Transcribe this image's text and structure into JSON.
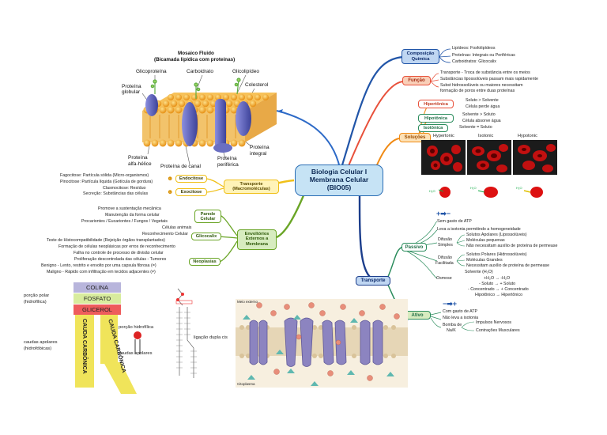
{
  "central": {
    "line1": "Biologia Celular I",
    "line2": "Membrana Celular",
    "line3": "(BIO05)"
  },
  "mosaic": {
    "title": "Mosaico Fluido",
    "subtitle": "(Bicamada lipídica com proteínas)"
  },
  "membrane_labels": {
    "glicoproteina": "Glicoproteína",
    "carboidrato": "Carboidrato",
    "glicolipidio": "Glicolipídeo",
    "proteina_globular_1": "Proteína",
    "proteina_globular_2": "globular",
    "colesterol": "Colesterol",
    "proteina_integral_1": "Proteína",
    "proteina_integral_2": "integral",
    "alfa_helice_1": "Proteína",
    "alfa_helice_2": "alfa-hélice",
    "proteina_canal": "Proteína de canal",
    "proteina_periferica_1": "Proteína",
    "proteina_periferica_2": "periférica"
  },
  "composicao": {
    "label_1": "Composição",
    "label_2": "Química",
    "items": [
      "Lipídeos: Fosfolipídeos",
      "Proteínas: Integrais ou Periféricas",
      "Carboidratos: Glicocalix"
    ]
  },
  "funcao": {
    "label": "Função",
    "items": [
      "Transporte - Troca de substância entre os meios",
      "Substâncias lipossolúveis passam mais rapidamente",
      "Subst hidrossolúveis ou maiores necessitam",
      "formação de poros entre duas proteínas"
    ]
  },
  "solucoes": {
    "label": "Soluções",
    "hipertonica": {
      "label": "Hipertônica",
      "items": [
        "Soluto > Solvente",
        "Célula perde água"
      ]
    },
    "hipotonica": {
      "label": "Hipotônica",
      "items": [
        "Solvente > Soluto",
        "Célula absorve água"
      ]
    },
    "isotonica": {
      "label": "Isotônica",
      "item": "Solvente = Soluto"
    },
    "image_labels": [
      "Hypertonic",
      "Isotonic",
      "Hypotonic"
    ]
  },
  "transporte_macro": {
    "label_1": "Transporte",
    "label_2": "(Macromoléculas)",
    "endocitose": {
      "label": "Endocitose",
      "items": [
        "Fagocitose: Partícula sólida (Micro-organismos)",
        "Pinocitose: Partícula líquida (Gotícula de gordura)"
      ]
    },
    "exocitose": {
      "label": "Exocitose",
      "items": [
        "Clasmocitose: Resíduo",
        "Secreção: Substâncias das células"
      ]
    }
  },
  "envoltorios": {
    "label_1": "Envoltórios",
    "label_2": "Externos a",
    "label_3": "Membrana",
    "parede": {
      "label_1": "Parede",
      "label_2": "Celular",
      "items": [
        "Promove a sustentação mecânica",
        "Manutenção da forma celular",
        "Procariontes / Eucariontes / Fungos / Vegetais"
      ]
    },
    "glicocalix": {
      "label": "Glicocalix",
      "items": [
        "Células animais",
        "Reconhecimento Celular",
        "Teste de Histocompatibilidade (Rejeição órgãos transplantados)",
        "Formação de células neoplásicas por erros de reconhecimento"
      ]
    },
    "neoplasias": {
      "label": "Neoplasias",
      "items": [
        "Falha no controle de processo de divisão celular",
        "Proliferação descontrolada das células - Tumores",
        "Benigno - Lento, restrito e envolto por uma capsula fibrosa (=)",
        "Maligno - Rápido com infiltração em tecidos adjacentes (≠)"
      ]
    }
  },
  "transporte": {
    "label": "Transporte",
    "passivo": {
      "label": "Passivo",
      "items": [
        "Sem gasto de ATP",
        "Leva a isotonia permitindo a homogeneidade"
      ],
      "difusao_simples": {
        "label_1": "Difusão",
        "label_2": "Simples",
        "items": [
          "Solutos Apolares (Lipossolúveis)",
          "Moléculas pequenas",
          "Não necessitam auxílio de proteína de permease"
        ]
      },
      "difusao_facilitada": {
        "label_1": "Difusão",
        "label_2": "Facilitada",
        "items": [
          "Solutos Polares (Hidrossolúveis)",
          "Moléculas Grandes",
          "Necessitam auxílio de proteína de permease"
        ]
      },
      "osmose": {
        "label": "Osmose",
        "items": [
          "Solvente (H₂O)",
          "+H₂O → -H₂O",
          "- Soluto → + Soluto",
          "- Concentrado → + Concentrado",
          "Hipotônico → Hipertônico"
        ]
      }
    },
    "ativo": {
      "label": "Ativo",
      "items": [
        "Com gasto de ATP",
        "Não leva a isotonia"
      ],
      "bomba": {
        "label_1": "Bomba de",
        "label_2": "Na/K",
        "items": [
          "Impulsos Nervosos",
          "Contrações Musculares"
        ]
      }
    }
  },
  "fosfolipidio": {
    "colina": "COLINA",
    "fosfato": "FOSFATO",
    "glicerol": "GLICEROL",
    "porcao_polar_1": "porção polar",
    "porcao_polar_2": "(hidrofílica)",
    "caudas_apolares_1": "caudas apolares",
    "caudas_apolares_2": "(hidrofóbicas)",
    "cauda_1": "CAUDA CARBÔNICA",
    "cauda_2": "CAUDA CARBÔNICA",
    "porcao_hidrofilica": "porção hidrofílica",
    "caudas_apolares_3": "caudas apolares",
    "ligacao_dupla": "ligação dupla cis"
  },
  "pump_image": {
    "meio_externo": "Meio externo",
    "citoplasma": "Citoplasma"
  },
  "colors": {
    "central_fill": "#c6e3f5",
    "central_border": "#2a6db5",
    "blue_branch": "#2155a8",
    "orange_branch": "#e86a14",
    "yellow_branch": "#f0c018",
    "green_branch": "#6aa526",
    "navy_branch": "#1c3e8c",
    "membrane_head": "#f5a623",
    "protein": "#6a6fc2"
  }
}
